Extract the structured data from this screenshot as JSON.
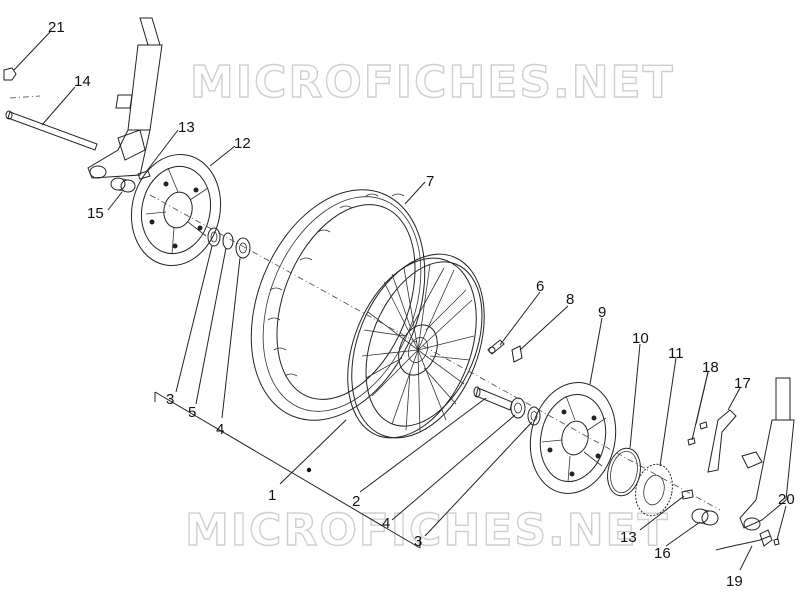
{
  "watermark": {
    "text": "MICROFICHES.NET",
    "color": "#cfcfcf"
  },
  "callouts": [
    {
      "id": "c21",
      "label": "21"
    },
    {
      "id": "c14",
      "label": "14"
    },
    {
      "id": "c13a",
      "label": "13"
    },
    {
      "id": "c12",
      "label": "12"
    },
    {
      "id": "c15",
      "label": "15"
    },
    {
      "id": "c7",
      "label": "7"
    },
    {
      "id": "c6",
      "label": "6"
    },
    {
      "id": "c8",
      "label": "8"
    },
    {
      "id": "c9",
      "label": "9"
    },
    {
      "id": "c10",
      "label": "10"
    },
    {
      "id": "c11",
      "label": "11"
    },
    {
      "id": "c18",
      "label": "18"
    },
    {
      "id": "c17",
      "label": "17"
    },
    {
      "id": "c3a",
      "label": "3"
    },
    {
      "id": "c5",
      "label": "5"
    },
    {
      "id": "c4a",
      "label": "4"
    },
    {
      "id": "c1",
      "label": "1"
    },
    {
      "id": "c2",
      "label": "2"
    },
    {
      "id": "c4b",
      "label": "4"
    },
    {
      "id": "c3b",
      "label": "3"
    },
    {
      "id": "c13b",
      "label": "13"
    },
    {
      "id": "c16",
      "label": "16"
    },
    {
      "id": "c20",
      "label": "20"
    },
    {
      "id": "c19",
      "label": "19"
    }
  ]
}
